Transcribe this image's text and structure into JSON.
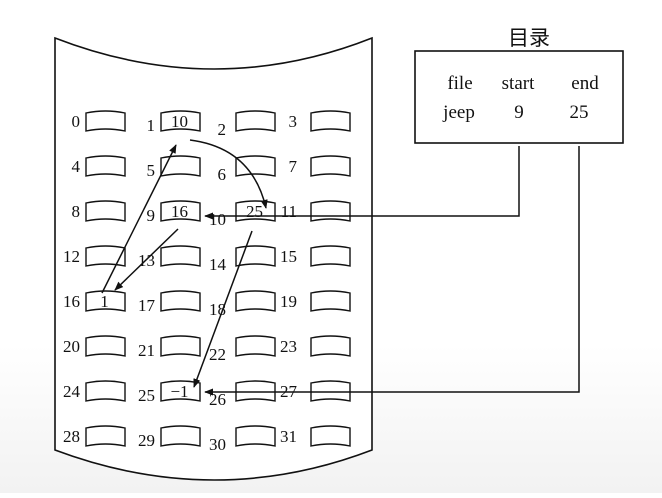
{
  "directory": {
    "title": "目录",
    "headers": [
      "file",
      "start",
      "end"
    ],
    "entry": [
      "jeep",
      "9",
      "25"
    ]
  },
  "blocks": [
    {
      "no": "0"
    },
    {
      "no": "1",
      "value": "10"
    },
    {
      "no": "2"
    },
    {
      "no": "3"
    },
    {
      "no": "4"
    },
    {
      "no": "5"
    },
    {
      "no": "6"
    },
    {
      "no": "7"
    },
    {
      "no": "8"
    },
    {
      "no": "9",
      "value": "16"
    },
    {
      "no": "10",
      "value": "25"
    },
    {
      "no": "11"
    },
    {
      "no": "12"
    },
    {
      "no": "13"
    },
    {
      "no": "14"
    },
    {
      "no": "15"
    },
    {
      "no": "16",
      "value": "1"
    },
    {
      "no": "17"
    },
    {
      "no": "18"
    },
    {
      "no": "19"
    },
    {
      "no": "20"
    },
    {
      "no": "21"
    },
    {
      "no": "22"
    },
    {
      "no": "23"
    },
    {
      "no": "24"
    },
    {
      "no": "25",
      "value": "−1"
    },
    {
      "no": "26"
    },
    {
      "no": "27"
    },
    {
      "no": "28"
    },
    {
      "no": "29"
    },
    {
      "no": "30"
    },
    {
      "no": "31"
    }
  ]
}
